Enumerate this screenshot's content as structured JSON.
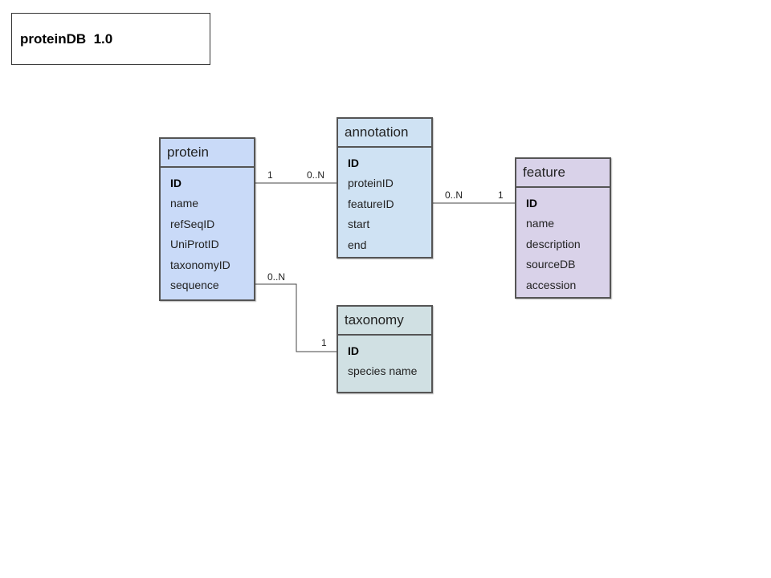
{
  "title": "proteinDB  1.0",
  "entities": {
    "protein": {
      "name": "protein",
      "color": "#c9daf8",
      "fields": [
        "ID",
        "name",
        "refSeqID",
        "UniProtID",
        "taxonomyID",
        "sequence"
      ]
    },
    "annotation": {
      "name": "annotation",
      "color": "#cfe2f3",
      "fields": [
        "ID",
        "proteinID",
        "featureID",
        "start",
        "end"
      ]
    },
    "feature": {
      "name": "feature",
      "color": "#d9d2e9",
      "fields": [
        "ID",
        "name",
        "description",
        "sourceDB",
        "accession"
      ]
    },
    "taxonomy": {
      "name": "taxonomy",
      "color": "#d0e0e3",
      "fields": [
        "ID",
        "species name"
      ]
    }
  },
  "relationships": {
    "protein_annotation": {
      "from_card": "1",
      "to_card": "0..N"
    },
    "annotation_feature": {
      "from_card": "0..N",
      "to_card": "1"
    },
    "protein_taxonomy": {
      "from_card": "0..N",
      "to_card": "1"
    }
  }
}
